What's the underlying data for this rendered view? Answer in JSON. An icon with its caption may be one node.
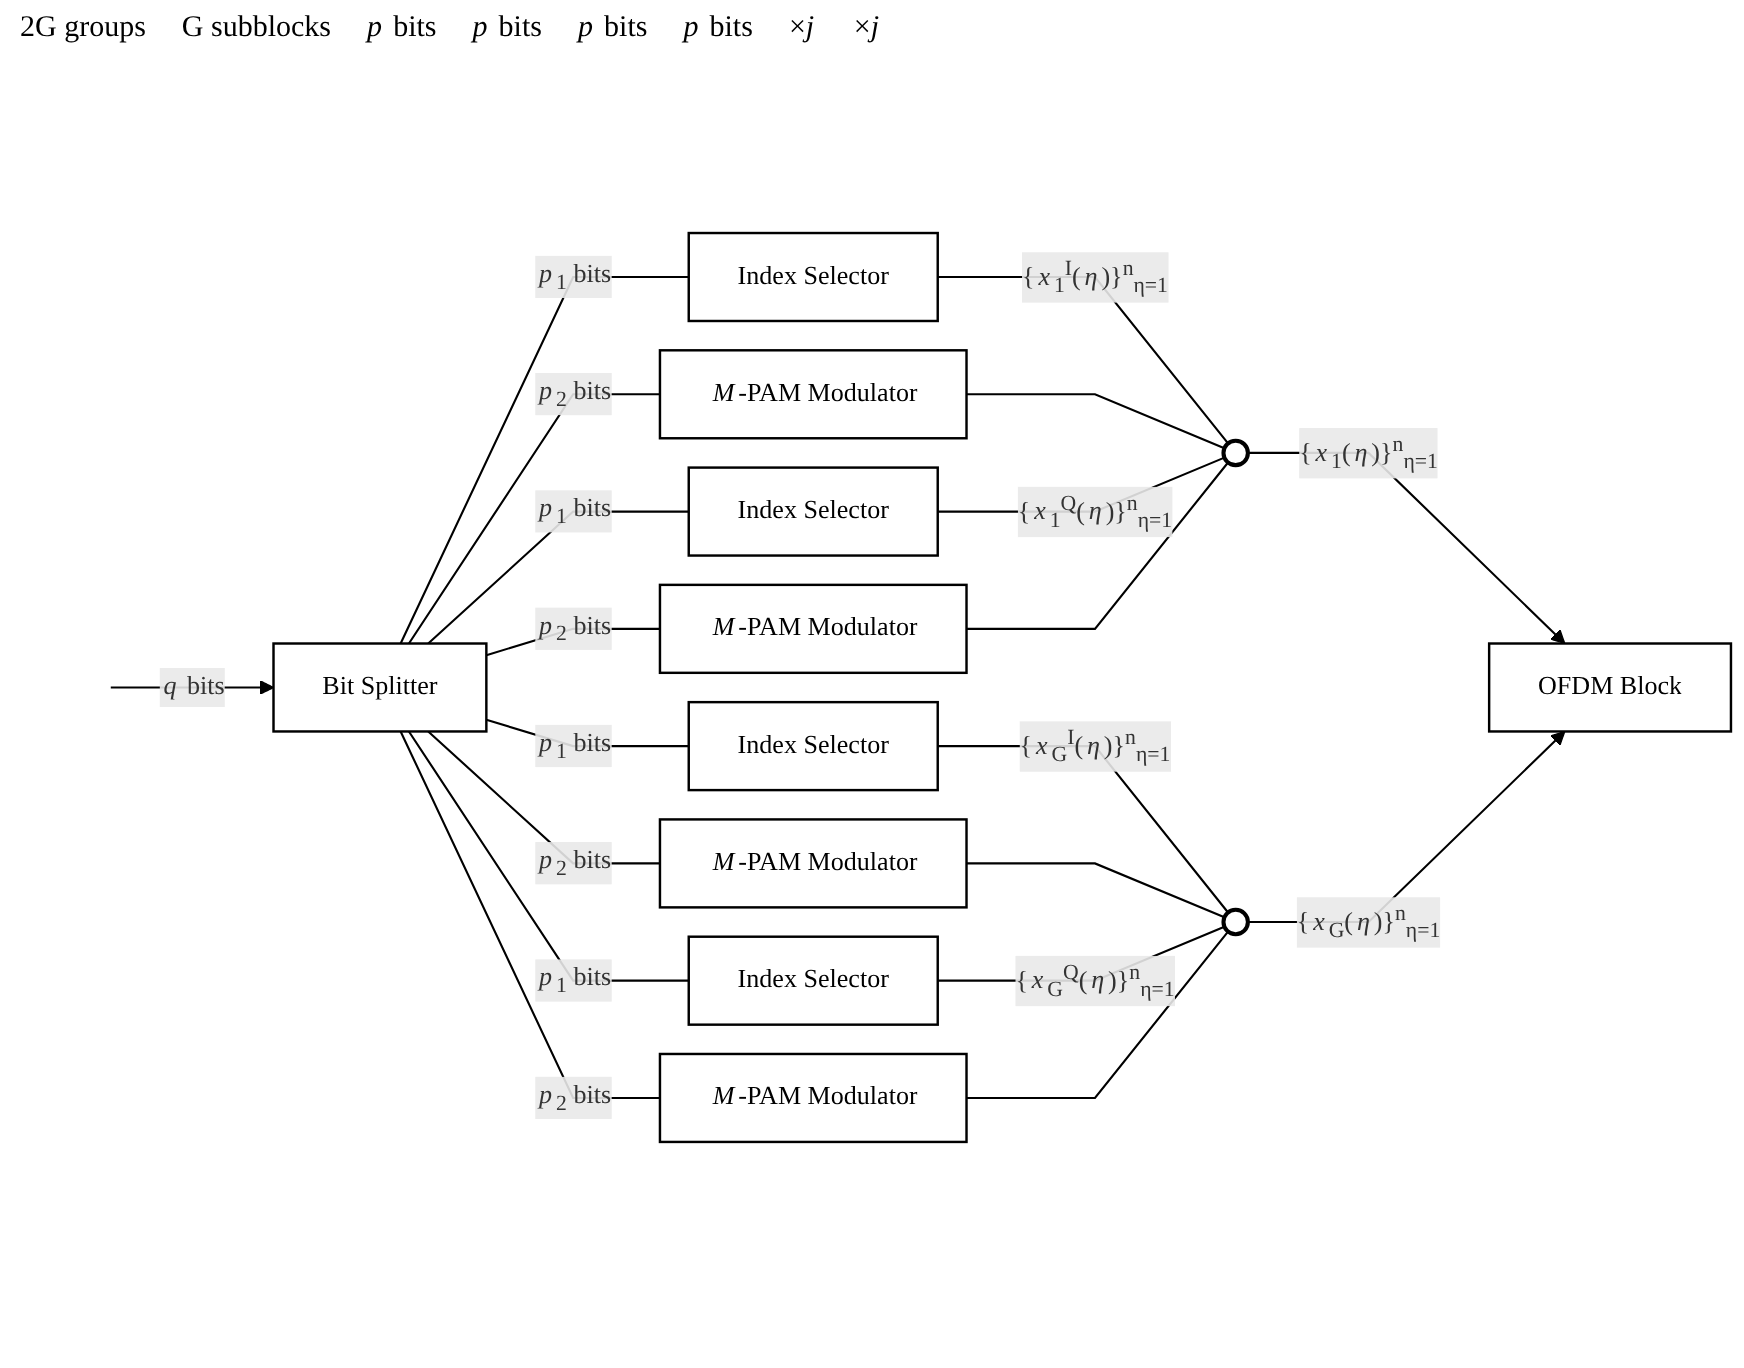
{
  "diagram": {
    "nodes": [
      {
        "text": [
          "Bit Splitter"
        ]
      },
      {
        "text": [
          "Index Selector"
        ]
      },
      {
        "text": [
          "*M*-PAM Modulator"
        ]
      },
      {
        "text": [],
        "shape": "circle"
      },
      {
        "text": [
          "Index Selector"
        ]
      },
      {
        "text": [
          "*M*-PAM Modulator"
        ]
      },
      {
        "text": [
          "Index Selector"
        ]
      },
      {
        "text": [
          "*M*-PAM Modulator"
        ]
      },
      {
        "text": [],
        "shape": "circle"
      },
      {
        "text": [
          "Index Selector"
        ]
      },
      {
        "text": [
          "*M*-PAM Modulator"
        ]
      },
      {
        "text": [
          "OFDM Block"
        ]
      }
    ],
    "edges": [
      {
        "from": null,
        "to": 0,
        "arrow": "to",
        "label": "*q* bits"
      },
      {
        "from": 0,
        "to": 1,
        "arrow": "none",
        "label": "*p*$_{1}$ bits"
      },
      {
        "from": 0,
        "to": 2,
        "arrow": "none",
        "label": "*p*$_{2}$ bits"
      },
      {
        "from": 0,
        "to": 4,
        "arrow": "none",
        "label": "*p*$_{1}$ bits"
      },
      {
        "from": 0,
        "to": 5,
        "arrow": "none",
        "label": "*p*$_{2}$ bits"
      },
      {
        "from": 0,
        "to": 6,
        "arrow": "none",
        "label": "*p*$_{1}$ bits"
      },
      {
        "from": 0,
        "to": 7,
        "arrow": "none",
        "label": "*p*$_{2}$ bits"
      },
      {
        "from": 0,
        "to": 9,
        "arrow": "none",
        "label": "*p*$_{1}$ bits"
      },
      {
        "from": 0,
        "to": 10,
        "arrow": "none",
        "label": "*p*$_{2}$ bits"
      },
      {
        "from": 1,
        "to": 3,
        "arrow": "none",
        "label": "{*x*$_{1}$$^{I}$(*η*)}$^{n}$$_{η=1}$"
      },
      {
        "from": 2,
        "to": 3,
        "arrow": "none"
      },
      {
        "from": 4,
        "to": 3,
        "arrow": "none",
        "label": "{*x*$_{1}$$^{Q}$(*η*)}$^{n}$$_{η=1}$"
      },
      {
        "from": 5,
        "to": 3,
        "arrow": "none"
      },
      {
        "from": 3,
        "to": 11,
        "arrow": "to",
        "label": "{*x*$_{1}$(*η*)}$^{n}$$_{η=1}$"
      },
      {
        "from": 6,
        "to": 8,
        "arrow": "none",
        "label": "{*x*$_{G}$$^{I}$(*η*)}$^{n}$$_{η=1}$"
      },
      {
        "from": 7,
        "to": 8,
        "arrow": "none"
      },
      {
        "from": 9,
        "to": 8,
        "arrow": "none",
        "label": "{*x*$_{G}$$^{Q}$(*η*)}$^{n}$$_{η=1}$"
      },
      {
        "from": 10,
        "to": 8,
        "arrow": "none"
      },
      {
        "from": 8,
        "to": 11,
        "arrow": "to",
        "label": "{*x*$_{G}$(*η*)}$^{n}$$_{η=1}$"
      }
    ],
    "labels": [
      "2G groups",
      "G subblocks",
      "*p* bits",
      "*p* bits",
      "*p* bits",
      "*p* bits",
      "×*j*",
      "×*j*"
    ]
  }
}
